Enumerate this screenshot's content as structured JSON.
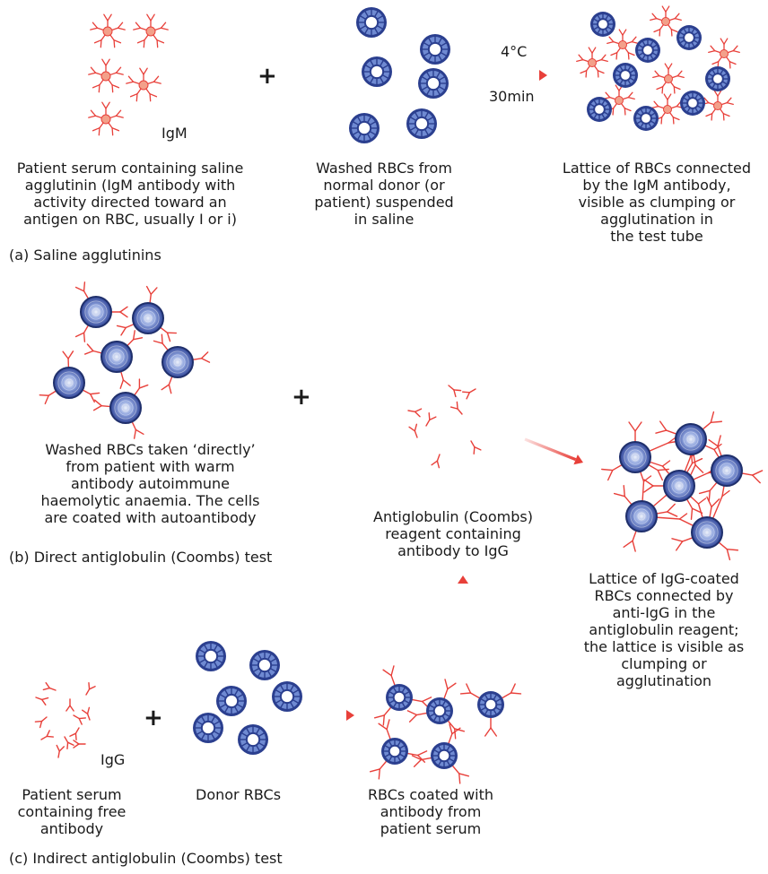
{
  "panel_a": {
    "igm_label": "IgM",
    "plus": "+",
    "arrow_temp": "4°C",
    "arrow_time": "30min",
    "serum_text": [
      "Patient serum containing saline",
      "agglutinin (IgM antibody with",
      "activity directed toward an",
      "antigen on RBC, usually I or i)"
    ],
    "rbc_text": [
      "Washed RBCs from",
      "normal donor (or",
      "patient) suspended",
      "in saline"
    ],
    "lattice_text": [
      "Lattice of RBCs connected",
      "by the IgM antibody,",
      "visible as clumping or",
      "agglutination in",
      "the test tube"
    ],
    "caption": "(a) Saline agglutinins"
  },
  "panel_b": {
    "plus": "+",
    "coated_text": [
      "Washed RBCs taken ‘directly’",
      "from patient with warm",
      "antibody autoimmune",
      "haemolytic anaemia. The cells",
      "are coated with autoantibody"
    ],
    "reagent_text": [
      "Antiglobulin (Coombs)",
      "reagent containing",
      "antibody to IgG"
    ],
    "lattice_text": [
      "Lattice of IgG-coated",
      "RBCs connected by",
      "anti-IgG in the",
      "antiglobulin reagent;",
      "the lattice is visible as",
      "clumping or",
      "agglutination"
    ],
    "caption": "(b) Direct antiglobulin (Coombs) test"
  },
  "panel_c": {
    "igg_label": "IgG",
    "plus": "+",
    "serum_text": [
      "Patient serum",
      "containing free",
      "antibody"
    ],
    "donor_text": "Donor RBCs",
    "coated_text": [
      "RBCs coated with",
      "antibody from",
      "patient serum"
    ],
    "caption": "(c) Indirect antiglobulin (Coombs) test"
  },
  "colors": {
    "antibody": "#e8403a",
    "igm_core": "#f3a08a",
    "rbc_dark": "#2b3f8f",
    "rbc_mid": "#6f8ad2",
    "rbc_light": "#d9e1f6",
    "arrow": "#e8403a"
  }
}
